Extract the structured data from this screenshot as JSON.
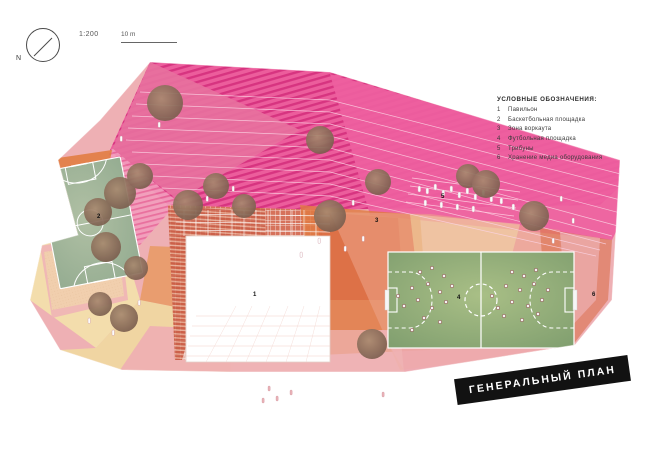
{
  "sheet": {
    "title": "ГЕНЕРАЛЬНЫЙ ПЛАН",
    "scale_ratio": "1:200",
    "scale_bar_label": "10 m",
    "north_label": "N"
  },
  "legend": {
    "title": "УСЛОВНЫЕ ОБОЗНАЧЕНИЯ:",
    "items": [
      {
        "num": "1",
        "label": "Павильон"
      },
      {
        "num": "2",
        "label": "Баскетбольная площадка"
      },
      {
        "num": "3",
        "label": "Зона воркаута"
      },
      {
        "num": "4",
        "label": "Футбольная площадка"
      },
      {
        "num": "5",
        "label": "Трибуны"
      },
      {
        "num": "6",
        "label": "Хранение медиа оборудования"
      }
    ]
  },
  "plan_markers": [
    {
      "num": "1",
      "name": "pavilion"
    },
    {
      "num": "2",
      "name": "basketball-court"
    },
    {
      "num": "3",
      "name": "workout-zone"
    },
    {
      "num": "4",
      "name": "football-field"
    },
    {
      "num": "5",
      "name": "tribunes"
    },
    {
      "num": "6",
      "name": "media-storage"
    }
  ],
  "palette": {
    "magenta": "#e8408c",
    "pink": "#f08fb0",
    "rose": "#eeaab4",
    "salmon": "#e9a196",
    "orange": "#e2733d",
    "peach": "#eda471",
    "cream": "#f2e2a8",
    "sand": "#f0d9a0",
    "brick": "#c4513c",
    "court_green": "#9bb295",
    "pitch_green": "#8ca977",
    "tree": "#8a6a55",
    "ink": "#121212"
  }
}
